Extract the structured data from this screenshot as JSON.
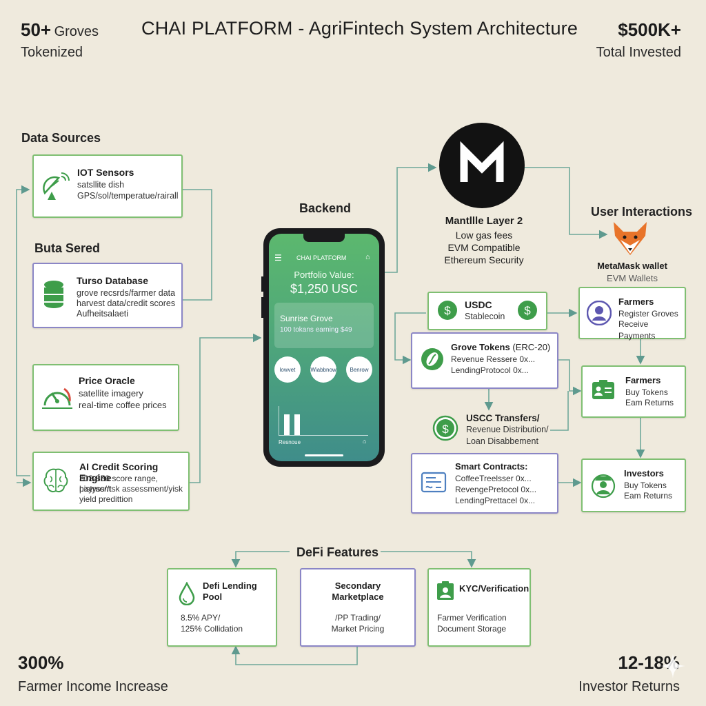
{
  "header": {
    "title": "CHAI PLATFORM - AgriFintech System Architecture",
    "stats_top_left": {
      "value": "50+",
      "label_inline": "Groves",
      "label": "Tokenized"
    },
    "stats_top_right": {
      "value": "$500K+",
      "label": "Total Invested"
    }
  },
  "footer": {
    "stats_bottom_left": {
      "value": "300%",
      "label": "Farmer Income Increase"
    },
    "stats_bottom_right": {
      "value": "12-18%",
      "label": "Investor Returns"
    }
  },
  "sections": {
    "data_sources": "Data Sources",
    "buta_sered": "Buta Sered",
    "backend": "Backend",
    "user_interactions": "User Interactions",
    "defi_features": "DeFi Features"
  },
  "left_boxes": {
    "iot": {
      "title": "IOT Sensors",
      "lines": [
        "satsllite dish",
        "GPS/sol/temperatue/rairall"
      ]
    },
    "turso": {
      "title": "Turso Database",
      "lines": [
        "grove recsrds/farmer data",
        "harvest data/credit scores",
        "Aufheitsalaeti"
      ]
    },
    "oracle": {
      "title": "Price Oracle",
      "lines": [
        "satellite imagery",
        "real-time coffee prices"
      ]
    },
    "ai": {
      "title": "AI Credit Scoring Engine",
      "lines": [
        "303-850 score range, payment",
        "histyss//tsk assessment/yisk",
        "yield predittion"
      ]
    }
  },
  "phone": {
    "app_name": "CHAI PLATFORM",
    "portfolio_label": "Portfolio Value:",
    "portfolio_value": "$1,250 USC",
    "grove_name": "Sunrise Grove",
    "grove_detail": "100 tokans earning $49",
    "buttons": [
      "lowvet",
      "Wiabbnow",
      "Benrow"
    ],
    "chart_label": "Resnoue"
  },
  "mantle": {
    "title": "Mantllle Layer 2",
    "lines": [
      "Low gas fees",
      "EVM Compatible",
      "Ethereum Security"
    ]
  },
  "metamask": {
    "title": "MetaMask wallet",
    "subtitle": "EVM Wallets"
  },
  "usdc": {
    "title": "USDC",
    "subtitle": "Stablecoin"
  },
  "grove_tokens": {
    "title": "Grove Tokens",
    "title_suffix": "(ERC-20)",
    "lines": [
      "Revenue Ressere 0x...",
      "LendingProtocol 0x..."
    ]
  },
  "transfers": {
    "title": "USCC Transfers/",
    "lines": [
      "Revenue Distribution/",
      "Loan Disabbement"
    ]
  },
  "smart_contracts": {
    "title": "Smart Contracts:",
    "lines": [
      "CoffeeTreelsser 0x...",
      "RevengePretocol 0x...",
      "LendingPrettacel 0x..."
    ]
  },
  "right_boxes": {
    "farmers1": {
      "title": "Farmers",
      "lines": [
        "Register Groves",
        "Receive Payments"
      ]
    },
    "farmers2": {
      "title": "Farmers",
      "lines": [
        "Buy Tokens",
        "Eam Returns"
      ]
    },
    "investors": {
      "title": "Investors",
      "lines": [
        "Buy Tokens",
        "Eam Returns"
      ]
    }
  },
  "defi": {
    "lending": {
      "title_lines": [
        "Defi Lending",
        "Pool"
      ],
      "lines": [
        "8.5% APY/",
        "125% Collidation"
      ]
    },
    "market": {
      "title_lines": [
        "Secondary",
        "Marketplace"
      ],
      "lines": [
        "/PP Trading/",
        "Market Pricing"
      ]
    },
    "kyc": {
      "title": "KYC/Verification",
      "lines": [
        "Farmer Verification",
        "Document Storage"
      ]
    }
  },
  "colors": {
    "background": "#efeadd",
    "green_border": "#7fbf72",
    "purple_border": "#8b86c6",
    "arrow": "#6fa89a",
    "icon_green": "#3e9d4a"
  }
}
